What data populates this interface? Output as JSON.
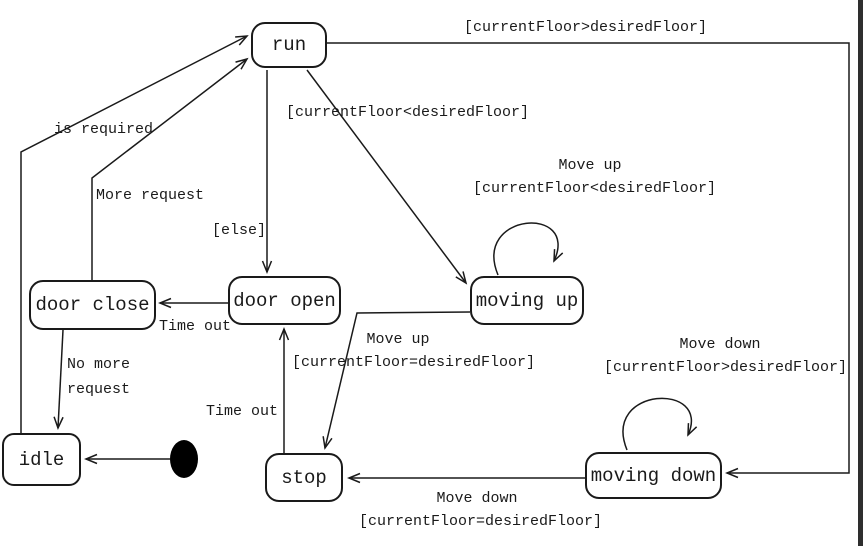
{
  "states": {
    "run": "run",
    "door_close": "door close",
    "door_open": "door open",
    "moving_up": "moving up",
    "moving_down": "moving down",
    "idle": "idle",
    "stop": "stop"
  },
  "labels": {
    "run_to_moving_down_guard": "[currentFloor>desiredFloor]",
    "run_to_moving_up_guard": "[currentFloor<desiredFloor]",
    "idle_to_run": "is required",
    "door_close_to_run": "More request",
    "run_to_door_open_guard": "[else]",
    "moving_up_loop_event": "Move up",
    "moving_up_loop_guard": "[currentFloor<desiredFloor]",
    "door_open_to_door_close": "Time out",
    "door_close_to_idle_line1": "No more",
    "door_close_to_idle_line2": "request",
    "stop_to_door_open": "Time out",
    "moving_up_to_stop_event": "Move up",
    "moving_up_to_stop_guard": "[currentFloor=desiredFloor]",
    "moving_down_loop_event": "Move down",
    "moving_down_loop_guard": "[currentFloor>desiredFloor]",
    "moving_down_to_stop_event": "Move down",
    "moving_down_to_stop_guard": "[currentFloor=desiredFloor]"
  },
  "colors": {
    "line": "#1a1a1a",
    "background": "#ffffff",
    "window_strip": "#2e2e2e"
  }
}
